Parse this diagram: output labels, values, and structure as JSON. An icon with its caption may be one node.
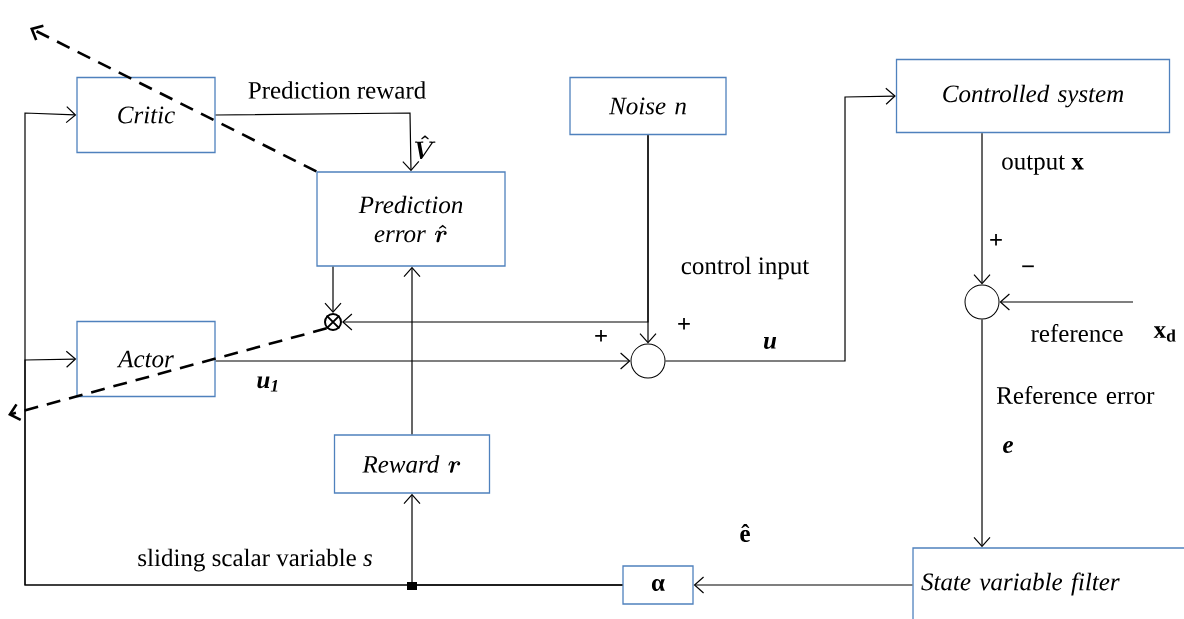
{
  "diagram": {
    "nodes": [
      {
        "text": [
          "Critic"
        ]
      },
      {
        "text": [
          "Prediction error",
          "\\hat{r}"
        ]
      },
      {
        "text": [
          "Noise n"
        ]
      },
      {
        "text": [
          "Controlled system"
        ]
      },
      {
        "text": [
          "Actor"
        ]
      },
      {
        "text": [],
        "shape": "circle"
      },
      {
        "text": [],
        "shape": "circle"
      },
      {
        "text": [],
        "shape": "circle"
      },
      {
        "text": [
          "Reward",
          "r"
        ]
      },
      {
        "text": [
          "State variable filter"
        ]
      },
      {
        "text": [
          "α"
        ]
      }
    ],
    "edges": [
      {
        "from": 0,
        "to": 1,
        "arrow": "to",
        "label": "Prediction reward"
      },
      {
        "from": 1,
        "to": 5,
        "arrow": "to"
      },
      {
        "from": 8,
        "to": 1,
        "arrow": "to"
      },
      {
        "from": 2,
        "to": 5,
        "arrow": "to"
      },
      {
        "from": 2,
        "to": 6,
        "arrow": "to"
      },
      {
        "from": 4,
        "to": 6,
        "arrow": "to"
      },
      {
        "from": 6,
        "to": 3,
        "arrow": "to",
        "label": "control input"
      },
      {
        "from": 3,
        "to": 7,
        "arrow": "to",
        "label": "output **x**"
      },
      {
        "from": null,
        "to": 7,
        "arrow": "to",
        "label": "reference"
      },
      {
        "from": 7,
        "to": 9,
        "arrow": "to",
        "label": "Reference error"
      },
      {
        "from": 9,
        "to": 10,
        "arrow": "to"
      },
      {
        "from": 10,
        "to": 0,
        "arrow": "to",
        "label": "sliding scalar variable *s*"
      },
      {
        "from": 10,
        "to": 4,
        "arrow": "to"
      },
      {
        "from": 10,
        "to": 8,
        "arrow": "to"
      },
      {
        "from": 1,
        "to": null,
        "arrow": "to",
        "style": "dashed"
      },
      {
        "from": 5,
        "to": null,
        "arrow": "to",
        "style": "dashed"
      }
    ],
    "labels": [
      "\\hat{V}",
      "+",
      "u",
      "+",
      "−",
      "x$_{d}$",
      "+",
      "u$_{1}$",
      "e",
      "ê"
    ]
  }
}
